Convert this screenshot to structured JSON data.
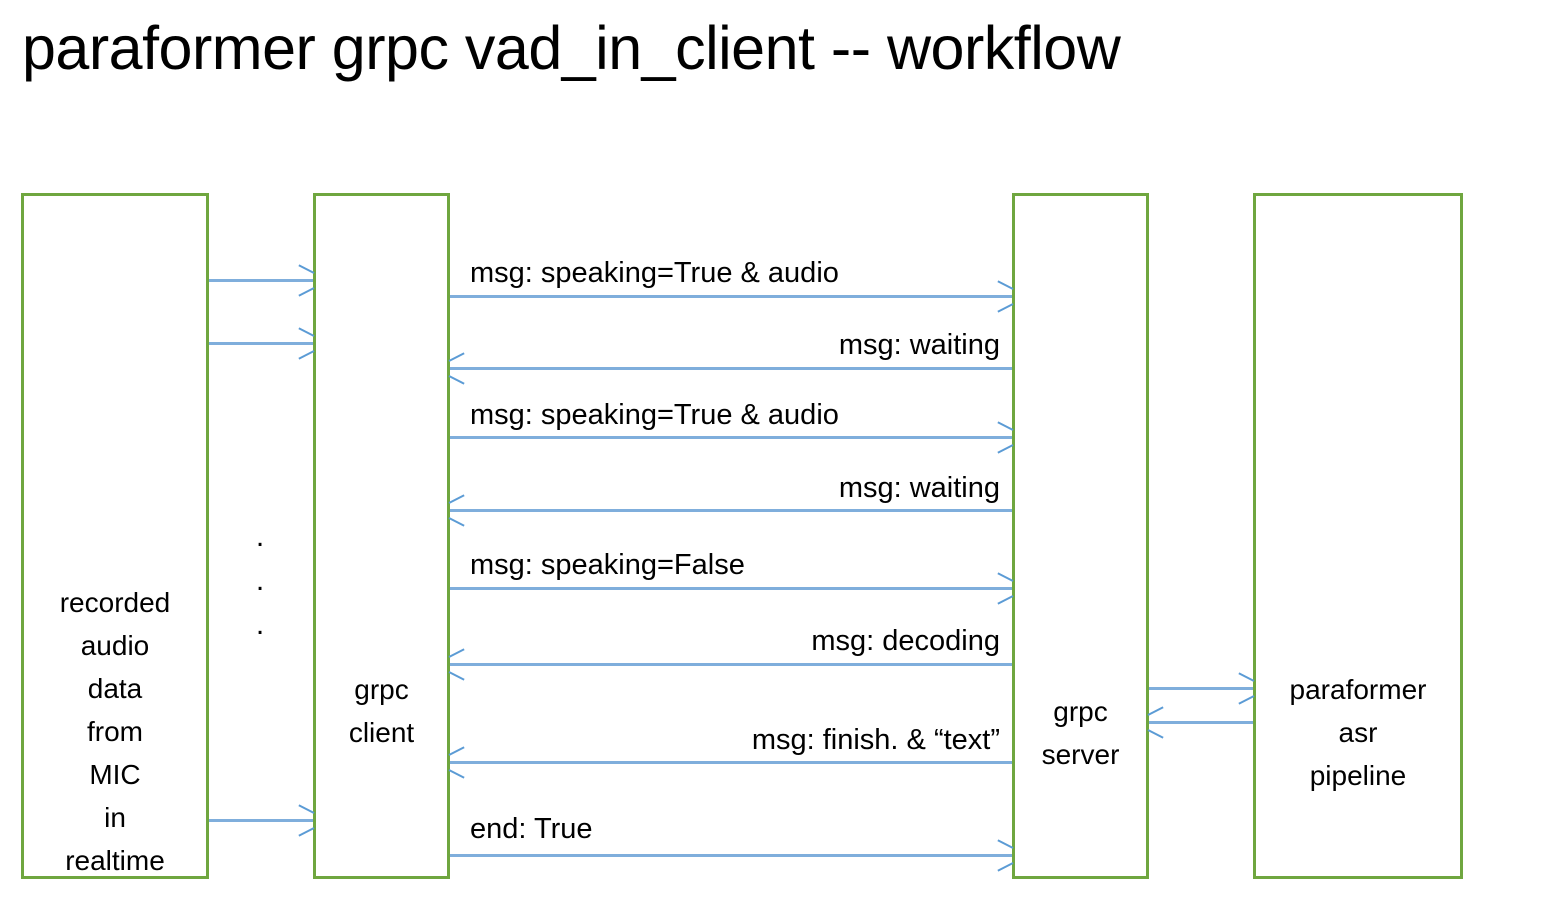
{
  "title": "paraformer grpc vad_in_client -- workflow",
  "colors": {
    "box_border": "#6FA63F",
    "arrow": "#5B9BD5",
    "text": "#000000",
    "background": "#FFFFFF"
  },
  "lanes": [
    {
      "id": "mic",
      "label": "recorded\naudio\ndata\nfrom\nMIC\nin\nrealtime"
    },
    {
      "id": "client",
      "label": "grpc\nclient"
    },
    {
      "id": "server",
      "label": "grpc\nserver"
    },
    {
      "id": "pipeline",
      "label": "paraformer\nasr\npipeline"
    }
  ],
  "ellipsis": {
    "dots": [
      ".",
      ".",
      "."
    ]
  },
  "mic_to_client_arrows": [
    {
      "direction": "to-right",
      "label": ""
    },
    {
      "direction": "to-right",
      "label": ""
    },
    {
      "direction": "to-right",
      "label": ""
    }
  ],
  "messages": [
    {
      "text": "msg: speaking=True & audio",
      "direction": "to-right",
      "align": "align-left"
    },
    {
      "text": "msg: waiting",
      "direction": "to-left",
      "align": "align-right"
    },
    {
      "text": "msg: speaking=True & audio",
      "direction": "to-right",
      "align": "align-left"
    },
    {
      "text": "msg: waiting",
      "direction": "to-left",
      "align": "align-right"
    },
    {
      "text": "msg: speaking=False",
      "direction": "to-right",
      "align": "align-left"
    },
    {
      "text": "msg: decoding",
      "direction": "to-left",
      "align": "align-right"
    },
    {
      "text": "msg: finish. &  “text”",
      "direction": "to-left",
      "align": "align-right"
    },
    {
      "text": "end: True",
      "direction": "to-right",
      "align": "align-left"
    }
  ],
  "server_pipeline_arrows": [
    {
      "direction": "to-right",
      "label": ""
    },
    {
      "direction": "to-left",
      "label": ""
    }
  ]
}
